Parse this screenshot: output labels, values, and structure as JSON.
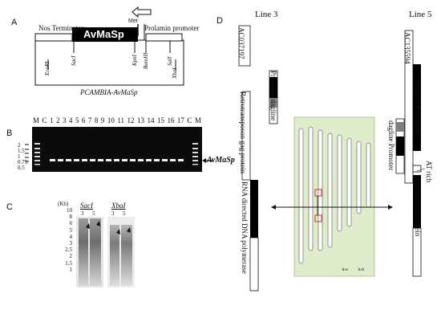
{
  "panels": {
    "a": "A",
    "b": "B",
    "c": "C",
    "d": "D"
  },
  "panel_a": {
    "nos_terminator": "Nos Terminator",
    "gene": "AvMaSp",
    "prolamin": "Prolamin promoter",
    "met": "Met",
    "sites": [
      "EcoRI",
      "SacI",
      "KpnI",
      "BamHI",
      "SalI",
      "XbaI"
    ],
    "vector": "PCAMBIA-AvMaSp"
  },
  "panel_b": {
    "lanes": [
      "M",
      "C",
      "1",
      "2",
      "3",
      "4",
      "5",
      "6",
      "7",
      "8",
      "9",
      "10",
      "11",
      "12",
      "13",
      "14",
      "15",
      "16",
      "17",
      "C",
      "M"
    ],
    "sizes": [
      "2",
      "1.5",
      "1",
      "0.75",
      "0.5"
    ],
    "band_label": "AvMaSp"
  },
  "panel_c": {
    "kb": "(Kb)",
    "sizes": [
      "10",
      "8",
      "6",
      "5",
      "4",
      "3",
      "2.5",
      "2",
      "1.5",
      "1"
    ],
    "enzymes": [
      "SacI",
      "XbaI"
    ],
    "lanes": [
      "3",
      "5",
      "3",
      "5"
    ]
  },
  "panel_d": {
    "line3": "Line 3",
    "line5": "Line 5",
    "acc3": "AC037197",
    "acc5": "AC135594",
    "left_features": [
      "Promoter dagline",
      "Retrotransposon gag protein",
      "RNA directed DNA polymerase"
    ],
    "right_features": [
      "Putative Prohibitin",
      "dagline Promoter",
      "AT rich",
      "hypothetical protein"
    ],
    "chrom_labels": [
      "Ace",
      "Ach"
    ]
  }
}
